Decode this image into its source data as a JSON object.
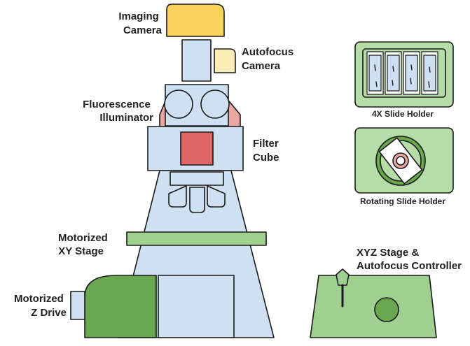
{
  "labels": {
    "imaging_camera": [
      "Imaging",
      "Camera"
    ],
    "autofocus_camera": [
      "Autofocus",
      "Camera"
    ],
    "fluorescence_illuminator": [
      "Fluorescence",
      "Illuminator"
    ],
    "filter_cube": [
      "Filter",
      "Cube"
    ],
    "motorized_xy_stage": [
      "Motorized",
      "XY Stage"
    ],
    "motorized_z_drive": [
      "Motorized",
      "Z Drive"
    ],
    "xyz_controller": [
      "XYZ Stage &",
      "Autofocus Controller"
    ],
    "slide_holder_4x": "4X Slide Holder",
    "rotating_slide_holder": "Rotating Slide Holder"
  },
  "colors": {
    "outline": "#1a1a1a",
    "light_blue": "#cfe0f2",
    "yellow": "#fcd35a",
    "light_yellow": "#fdebb8",
    "salmon": "#e9a7a2",
    "red": "#e06666",
    "light_green": "#9fd08f",
    "dark_green": "#6aa84f",
    "pale_green": "#b6dca8",
    "white": "#ffffff"
  }
}
